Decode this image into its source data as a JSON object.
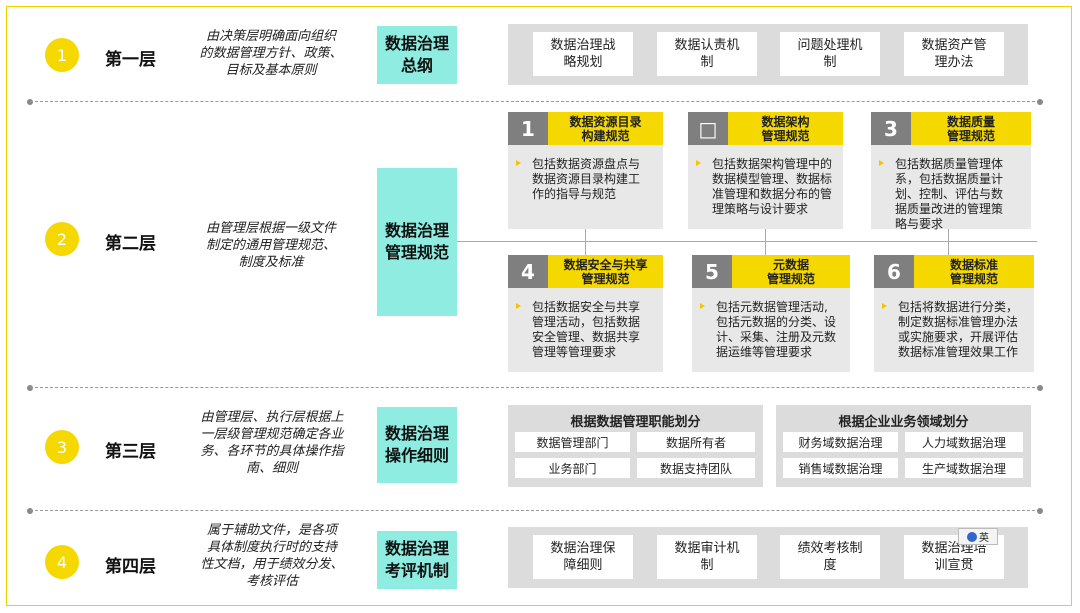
{
  "layers": [
    {
      "num": "1",
      "label": "第一层",
      "desc": [
        "由决策层明确面向组织",
        "的数据管理方针、政策、",
        "目标及基本原则"
      ],
      "title": [
        "数据治理",
        "总纲"
      ]
    },
    {
      "num": "2",
      "label": "第二层",
      "desc": [
        "由管理层根据一级文件",
        "制定的通用管理规范、",
        "制度及标准"
      ],
      "title": [
        "数据治理",
        "管理规范"
      ]
    },
    {
      "num": "3",
      "label": "第三层",
      "desc": [
        "由管理层、执行层根据上",
        "一层级管理规范确定各业",
        "务、各环节的具体操作指",
        "南、细则"
      ],
      "title": [
        "数据治理",
        "操作细则"
      ]
    },
    {
      "num": "4",
      "label": "第四层",
      "desc": [
        "属于辅助文件，是各项",
        "具体制度执行时的支持",
        "性文档，用于绩效分发、",
        "考核评估"
      ],
      "title": [
        "数据治理",
        "考评机制"
      ]
    }
  ],
  "layer1_items": [
    [
      "数据治理战",
      "略规划"
    ],
    [
      "数据认责机",
      "制"
    ],
    [
      "问题处理机",
      "制"
    ],
    [
      "数据资产管",
      "理办法"
    ]
  ],
  "layer2_cards": [
    {
      "num": "1",
      "title": [
        "数据资源目录",
        "构建规范"
      ],
      "body": [
        "包括数据资源盘点与",
        "数据资源目录构建工",
        "作的指导与规范"
      ]
    },
    {
      "num": "□",
      "title": [
        "数据架构",
        "管理规范"
      ],
      "body": [
        "包括数据架构管理中的",
        "数据模型管理、数据标",
        "准管理和数据分布的管",
        "理策略与设计要求"
      ]
    },
    {
      "num": "3",
      "title": [
        "数据质量",
        "管理规范"
      ],
      "body": [
        "包括数据质量管理体",
        "系，包括数据质量计",
        "划、控制、评估与数",
        "据质量改进的管理策",
        "略与要求"
      ]
    },
    {
      "num": "4",
      "title": [
        "数据安全与共享",
        "管理规范"
      ],
      "body": [
        "包括数据安全与共享",
        "管理活动，包括数据",
        "安全管理、数据共享",
        "管理等管理要求"
      ]
    },
    {
      "num": "5",
      "title": [
        "元数据",
        "管理规范"
      ],
      "body": [
        "包括元数据管理活动,",
        "包括元数据的分类、设",
        "计、采集、注册及元数",
        "据运维等管理要求"
      ]
    },
    {
      "num": "6",
      "title": [
        "数据标准",
        "管理规范"
      ],
      "body": [
        "包括将数据进行分类，",
        "制定数据标准管理办法",
        "或实施要求，开展评估",
        "数据标准管理效果工作"
      ]
    }
  ],
  "layer3": {
    "left": {
      "head": "根据数据管理职能划分",
      "cells": [
        "数据管理部门",
        "数据所有者",
        "业务部门",
        "数据支持团队"
      ]
    },
    "right": {
      "head": "根据企业业务领域划分",
      "cells": [
        "财务域数据治理",
        "人力域数据治理",
        "销售域数据治理",
        "生产域数据治理"
      ]
    }
  },
  "layer4_items": [
    [
      "数据治理保",
      "障细则"
    ],
    [
      "数据审计机",
      "制"
    ],
    [
      "绩效考核制",
      "度"
    ],
    [
      "数据治理培",
      "训宣贯"
    ]
  ],
  "lang_badge": "英",
  "colors": {
    "accent": "#f5d800",
    "cyan": "#8fece0",
    "grey": "#7f7f7f",
    "panel": "#dcdcdc"
  }
}
